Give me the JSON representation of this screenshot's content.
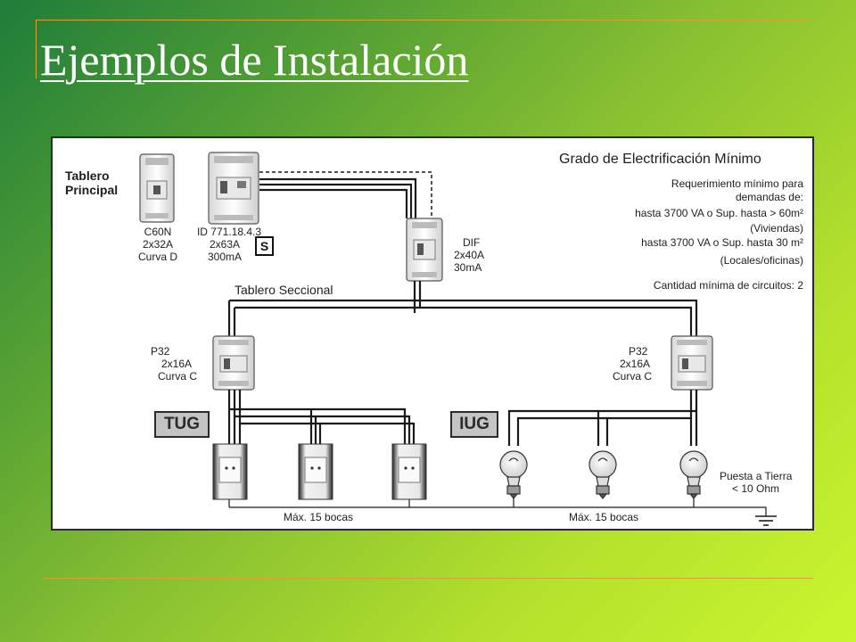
{
  "slide": {
    "title": "Ejemplos de Instalación"
  },
  "diagram": {
    "main_panel": {
      "title": "Tablero Principal"
    },
    "c60n": {
      "name": "C60N",
      "rating": "2x32A",
      "curve": "Curva D"
    },
    "id_breaker": {
      "name": "ID 771.18.4.3",
      "rating": "2x63A",
      "sensitivity": "300mA",
      "badge": "S"
    },
    "dif": {
      "name": "DIF",
      "rating": "2x40A",
      "sensitivity": "30mA"
    },
    "secondary_panel": "Tablero Seccional",
    "p32_left": {
      "name": "P32",
      "rating": "2x16A",
      "curve": "Curva C"
    },
    "p32_right": {
      "name": "P32",
      "rating": "2x16A",
      "curve": "Curva C"
    },
    "circuit_tug": "TUG",
    "circuit_iug": "IUG",
    "ground": {
      "line1": "Puesta a Tierra",
      "line2": "< 10 Ohm"
    },
    "outlets_max": "Máx. 15 bocas",
    "lights_max": "Máx. 15 bocas",
    "requirements": {
      "heading": "Grado de Electrificación Mínimo",
      "lines": [
        "Requerimiento mínimo para",
        "demandas de:",
        "hasta 3700 VA o Sup. hasta > 60m²",
        "(Viviendas)",
        "hasta 3700 VA o Sup. hasta 30 m²",
        "(Locales/oficinas)"
      ],
      "circuits": "Cantidad mínima de circuitos: 2"
    }
  }
}
